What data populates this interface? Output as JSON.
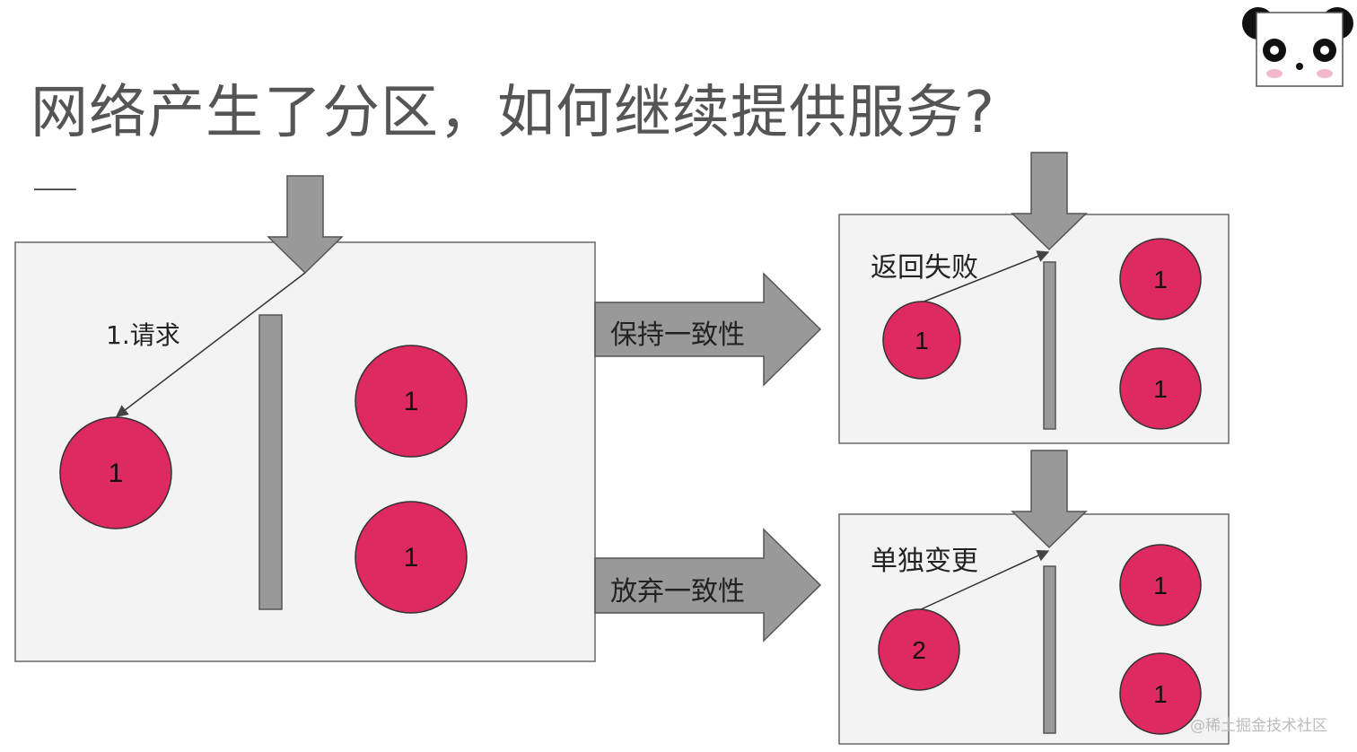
{
  "title": "网络产生了分区，如何继续提供服务?",
  "title_decoration": "———",
  "labels": {
    "request": "1.请求",
    "keep_consistency": "保持一致性",
    "give_up_consistency": "放弃一致性",
    "return_failure": "返回失败",
    "independent_change": "单独变更"
  },
  "panels": {
    "main": {
      "nodes": [
        "1",
        "1",
        "1"
      ]
    },
    "consistent": {
      "nodes": [
        "1",
        "1",
        "1"
      ]
    },
    "inconsistent": {
      "nodes": [
        "2",
        "1",
        "1"
      ]
    }
  },
  "watermark": "@稀土掘金技术社区",
  "colors": {
    "node_fill": "#DE2A61",
    "panel_fill": "#F3F3F3",
    "arrow_fill": "#999999",
    "partition_fill": "#999999"
  },
  "icons": {
    "logo": "panda-icon"
  }
}
